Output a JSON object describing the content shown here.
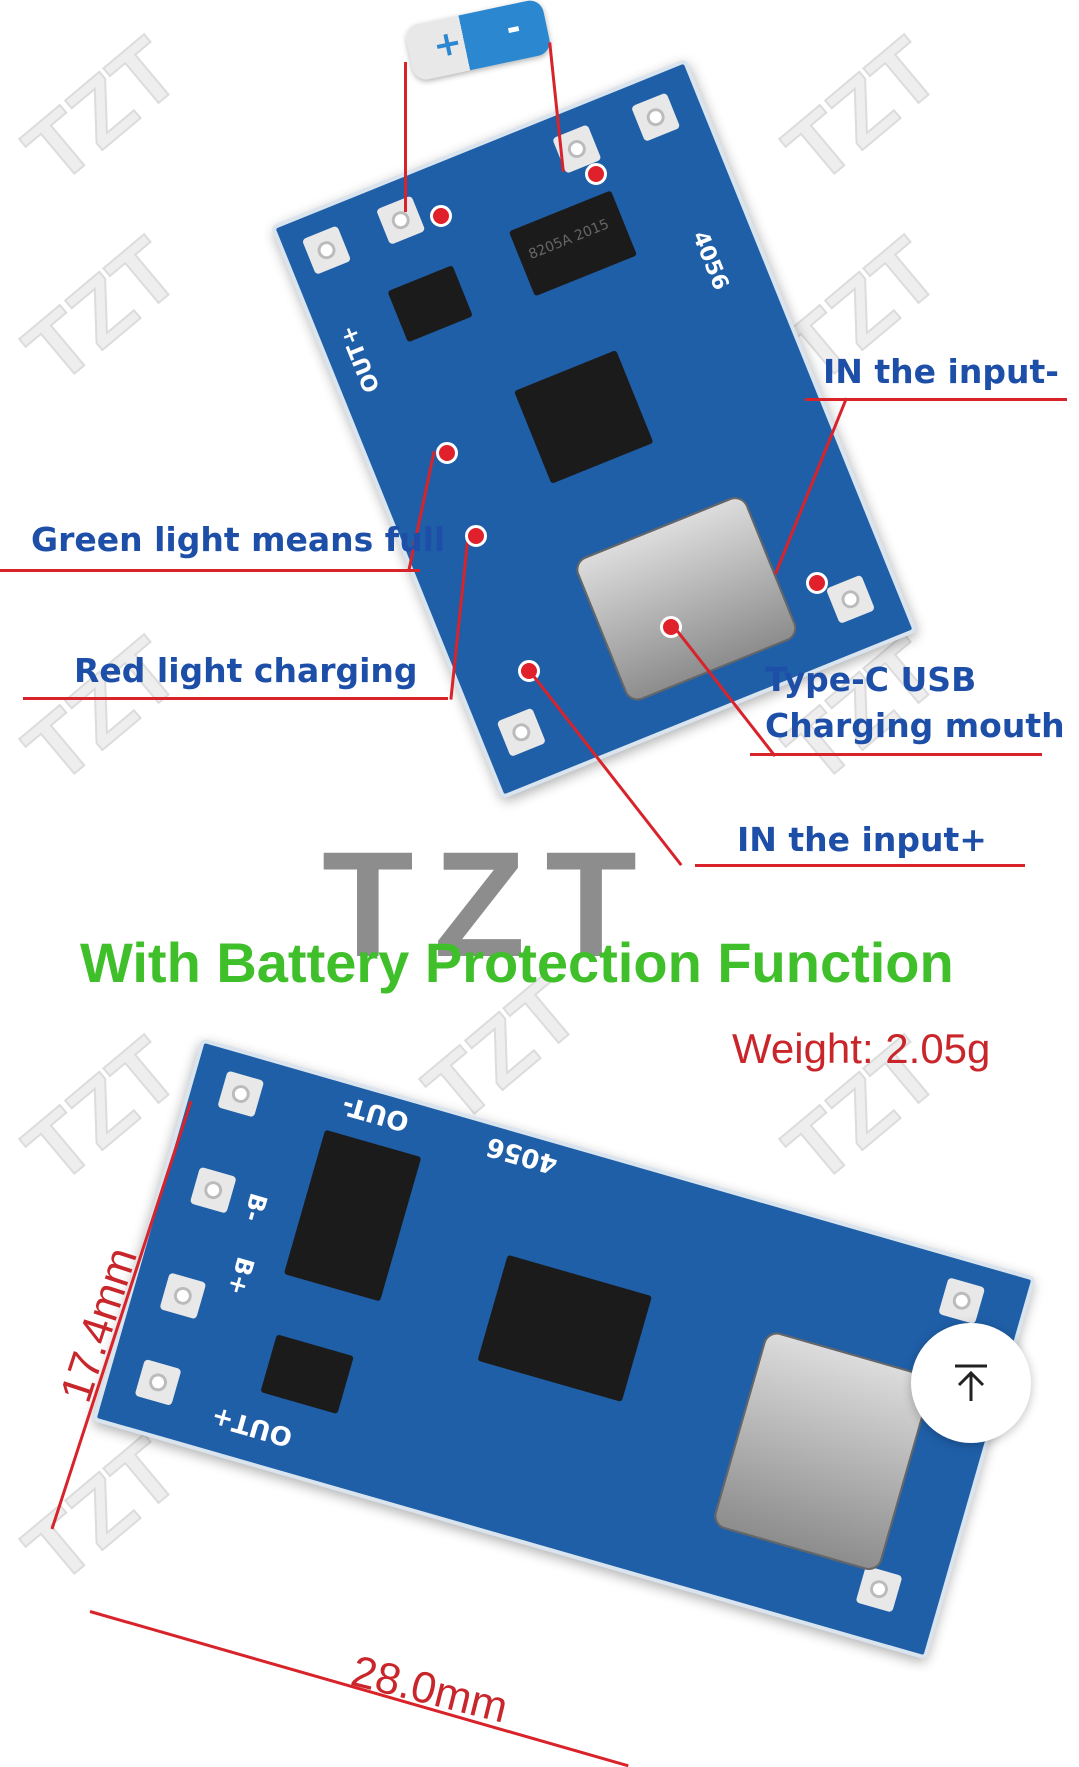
{
  "annotations": {
    "in_minus": "IN the input-",
    "green_light": "Green light means full",
    "red_light": "Red light charging",
    "typec_line1": "Type-C USB",
    "typec_line2": "Charging mouth",
    "in_plus": "IN the input+"
  },
  "brand_logo": "TZT",
  "watermark": "TZT",
  "headline": "With Battery Protection Function",
  "weight": "Weight: 2.05g",
  "dimensions": {
    "height": "17.4mm",
    "width": "28.0mm"
  },
  "board_markings": {
    "chip_top": "8205A 2015",
    "model": "4056",
    "out_plus": "OUT+",
    "out_minus": "OUT-",
    "b_plus": "B+",
    "b_minus": "B-"
  },
  "scroll_top_button": {
    "icon": "arrow-up-to-line-icon"
  },
  "colors": {
    "label_blue": "#1d4fa8",
    "line_red": "#d8232a",
    "headline_green": "#3fbf2a",
    "board_blue": "#1f5fa8"
  }
}
